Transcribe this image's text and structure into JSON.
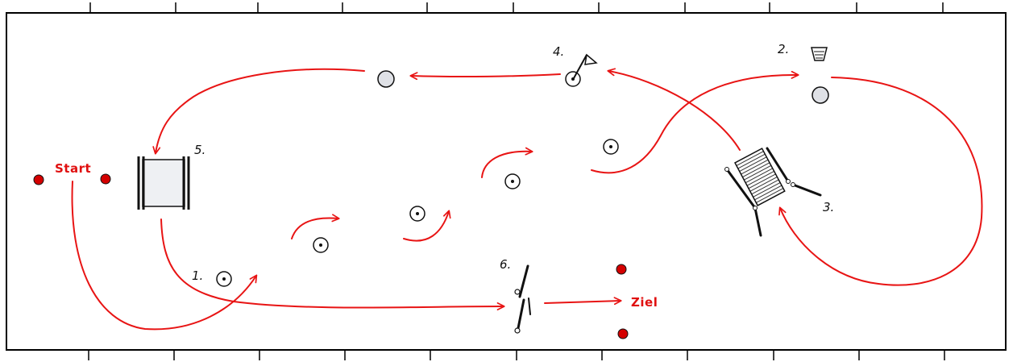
{
  "course": {
    "start_label": "Start",
    "finish_label": "Ziel",
    "obstacle_numbers": {
      "one": "1.",
      "two": "2.",
      "three": "3.",
      "four": "4.",
      "five": "5.",
      "six": "6."
    }
  },
  "colors": {
    "route": "#e81414",
    "marker": "#d40000",
    "ink": "#111111",
    "cone_fill": "#e0e2e6",
    "border": "#000000"
  }
}
